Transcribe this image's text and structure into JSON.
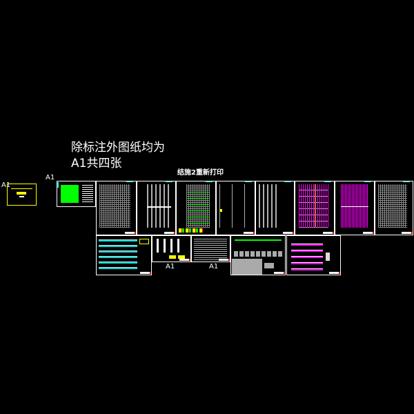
{
  "drawing": {
    "note_line1": "除标注外图纸均为",
    "note_line2": "A1共四张",
    "reprint_note": "结施2重新打印",
    "label_a1_left": "A1",
    "label_a1_top": "A1",
    "label_a1_bottom1": "A1",
    "label_a1_bottom2": "A1",
    "colors": {
      "background": "#000000",
      "frame": "#ffffff",
      "highlight": "#ffff00",
      "accent_green": "#00ff00",
      "accent_magenta": "#ff00ff",
      "accent_cyan": "#00ffff"
    }
  }
}
